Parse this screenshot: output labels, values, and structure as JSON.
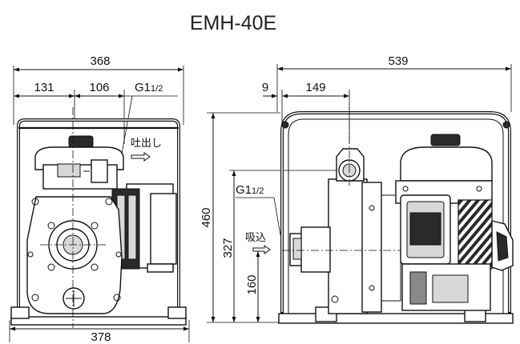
{
  "diagram": {
    "model": "EMH-40E",
    "front_view": {
      "total_width": "368",
      "left_offset": "131",
      "center_offset": "106",
      "port_size": "G1",
      "port_size_fraction": "1/2",
      "outlet_label": "吐出し",
      "base_width": "378"
    },
    "side_view": {
      "total_length": "539",
      "left_offset": "9",
      "center_offset": "149",
      "total_height": "460",
      "inlet_height": "327",
      "base_height": "160",
      "port_size": "G1",
      "port_size_fraction": "1/2",
      "inlet_label": "吸込"
    }
  }
}
